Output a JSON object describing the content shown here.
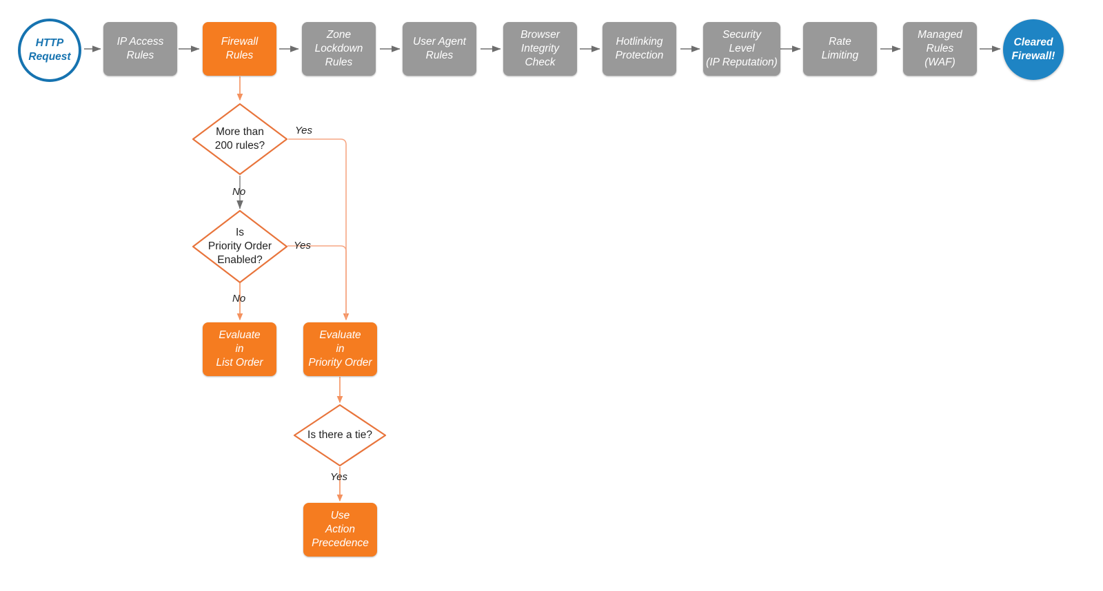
{
  "diagram": {
    "title": "Cloudflare firewall request evaluation order",
    "colors": {
      "gray_node": "#999999",
      "orange_node": "#F57C20",
      "orange_line": "#E8743B",
      "orange_line_light": "#F6A683",
      "blue_outline": "#1673B0",
      "blue_fill": "#1E84C4",
      "gray_line": "#6E6E6E",
      "text_dark": "#222222",
      "text_light": "#FFFFFF"
    },
    "pipeline": [
      {
        "id": "http-request",
        "shape": "circle",
        "style": "hollow",
        "lines": [
          "HTTP",
          "Request"
        ]
      },
      {
        "id": "ip-access-rules",
        "shape": "box",
        "style": "gray",
        "lines": [
          "IP Access",
          "Rules"
        ]
      },
      {
        "id": "firewall-rules",
        "shape": "box",
        "style": "orange",
        "lines": [
          "Firewall",
          "Rules"
        ]
      },
      {
        "id": "zone-lockdown",
        "shape": "box",
        "style": "gray",
        "lines": [
          "Zone",
          "Lockdown",
          "Rules"
        ]
      },
      {
        "id": "user-agent-rules",
        "shape": "box",
        "style": "gray",
        "lines": [
          "User Agent",
          "Rules"
        ]
      },
      {
        "id": "browser-integrity",
        "shape": "box",
        "style": "gray",
        "lines": [
          "Browser",
          "Integrity",
          "Check"
        ]
      },
      {
        "id": "hotlink-protection",
        "shape": "box",
        "style": "gray",
        "lines": [
          "Hotlinking",
          "Protection"
        ]
      },
      {
        "id": "security-level",
        "shape": "box",
        "style": "gray",
        "lines": [
          "Security",
          "Level",
          "(IP Reputation)"
        ]
      },
      {
        "id": "rate-limiting",
        "shape": "box",
        "style": "gray",
        "lines": [
          "Rate",
          "Limiting"
        ]
      },
      {
        "id": "managed-rules",
        "shape": "box",
        "style": "gray",
        "lines": [
          "Managed",
          "Rules",
          "(WAF)"
        ]
      },
      {
        "id": "cleared-firewall",
        "shape": "circle",
        "style": "filled",
        "lines": [
          "Cleared",
          "Firewall!"
        ]
      }
    ],
    "decisions": [
      {
        "id": "more-than-200-rules",
        "lines": [
          "More than",
          "200 rules?"
        ]
      },
      {
        "id": "priority-order-enabled",
        "lines": [
          "Is",
          "Priority Order",
          "Enabled?"
        ]
      },
      {
        "id": "is-there-a-tie",
        "lines": [
          "Is there a tie?"
        ]
      }
    ],
    "outcomes": [
      {
        "id": "evaluate-list-order",
        "lines": [
          "Evaluate",
          "in",
          "List Order"
        ]
      },
      {
        "id": "evaluate-priority-order",
        "lines": [
          "Evaluate",
          "in",
          "Priority Order"
        ]
      },
      {
        "id": "use-action-precedence",
        "lines": [
          "Use",
          "Action",
          "Precedence"
        ]
      }
    ],
    "edge_labels": [
      {
        "id": "more-than-200-yes",
        "text": "Yes"
      },
      {
        "id": "more-than-200-no",
        "text": "No"
      },
      {
        "id": "priority-order-yes",
        "text": "Yes"
      },
      {
        "id": "priority-order-no",
        "text": "No"
      },
      {
        "id": "is-there-a-tie-yes",
        "text": "Yes"
      }
    ]
  }
}
